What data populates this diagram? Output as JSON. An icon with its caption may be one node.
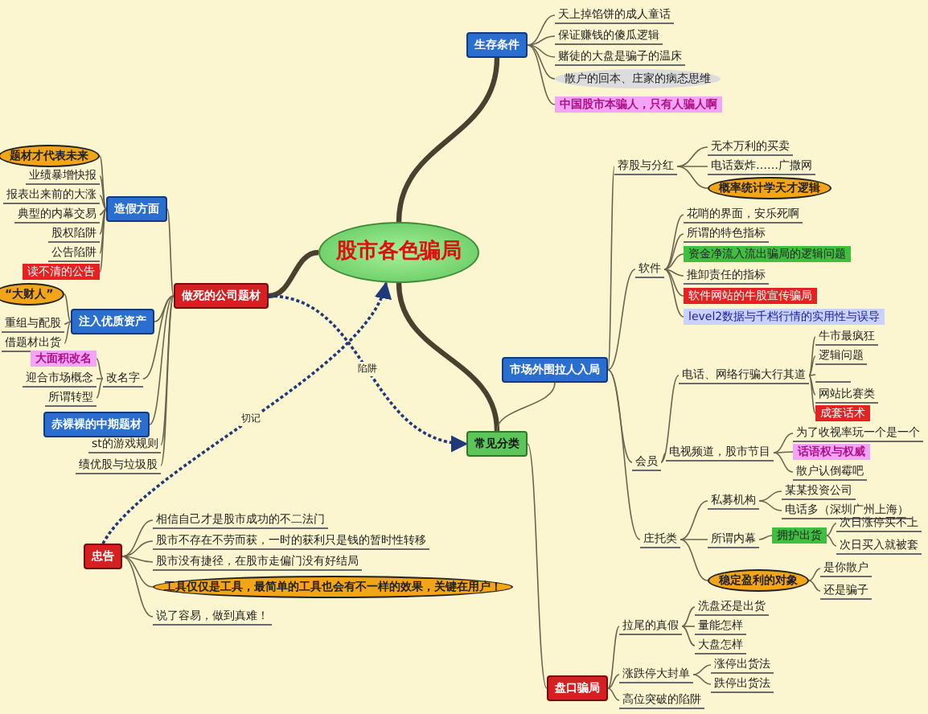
{
  "diagram": {
    "nodes": [
      {
        "text": [
          "股市各色骗局"
        ]
      },
      {
        "text": [
          "生存条件"
        ]
      },
      {
        "text": [
          "天上掉馅饼的成人童话"
        ]
      },
      {
        "text": [
          "保证赚钱的傻瓜逻辑"
        ]
      },
      {
        "text": [
          "赌徒的大盘是骗子的温床"
        ]
      },
      {
        "text": [
          "散户的回本、庄家的病态思维"
        ]
      },
      {
        "text": [
          "中国股市本骗人，只有人骗人啊"
        ]
      },
      {
        "text": [
          "做死的公司题材"
        ]
      },
      {
        "text": [
          "造假方面"
        ]
      },
      {
        "text": [
          "题材才代表未来"
        ]
      },
      {
        "text": [
          "业绩暴增快报"
        ]
      },
      {
        "text": [
          "报表出来前的大涨"
        ]
      },
      {
        "text": [
          "典型的内幕交易"
        ]
      },
      {
        "text": [
          "股权陷阱"
        ]
      },
      {
        "text": [
          "公告陷阱"
        ]
      },
      {
        "text": [
          "读不清的公告"
        ]
      },
      {
        "text": [
          "注入优质资产"
        ]
      },
      {
        "text": [
          "“大财人”"
        ]
      },
      {
        "text": [
          "重组与配股"
        ]
      },
      {
        "text": [
          "借题材出货"
        ]
      },
      {
        "text": [
          "改名字"
        ]
      },
      {
        "text": [
          "大面积改名"
        ]
      },
      {
        "text": [
          "迎合市场概念"
        ]
      },
      {
        "text": [
          "所谓转型"
        ]
      },
      {
        "text": [
          "赤裸裸的中期题材"
        ]
      },
      {
        "text": [
          "st的游戏规则"
        ]
      },
      {
        "text": [
          "绩优股与垃圾股"
        ]
      },
      {
        "text": [
          "忠告"
        ]
      },
      {
        "text": [
          "相信自己才是股市成功的不二法门"
        ]
      },
      {
        "text": [
          "股市不存在不劳而获，一时的获利只是钱的暂时性转移"
        ]
      },
      {
        "text": [
          "股市没有捷径，在股市走偏门没有好结局"
        ]
      },
      {
        "text": [
          "工具仅仅是工具，最简单的工具也会有不一样的效果，关键在用户！"
        ]
      },
      {
        "text": [
          "说了容易，做到真难！"
        ]
      },
      {
        "text": [
          "常见分类"
        ]
      },
      {
        "text": [
          "市场外围拉人入局"
        ]
      },
      {
        "text": [
          "荐股与分红"
        ]
      },
      {
        "text": [
          "无本万利的买卖"
        ]
      },
      {
        "text": [
          "电话轰炸……广撒网"
        ]
      },
      {
        "text": [
          "概率统计学天才逻辑"
        ]
      },
      {
        "text": [
          "软件"
        ]
      },
      {
        "text": [
          "花哨的界面，安乐死啊"
        ]
      },
      {
        "text": [
          "所谓的特色指标"
        ]
      },
      {
        "text": [
          "资金净流入流出骗局的逻辑问题"
        ]
      },
      {
        "text": [
          "推卸责任的指标"
        ]
      },
      {
        "text": [
          "软件网站的牛股宣传骗局"
        ]
      },
      {
        "text": [
          "level2数据与千档行情的实用性与误导"
        ]
      },
      {
        "text": [
          "会员"
        ]
      },
      {
        "text": [
          "电话、网络行骗大行其道"
        ]
      },
      {
        "text": [
          "牛市最疯狂"
        ]
      },
      {
        "text": [
          "逻辑问题"
        ]
      },
      {
        "text": [],
        "shape": "bar"
      },
      {
        "text": [
          "网站比赛类"
        ]
      },
      {
        "text": [
          "成套话术"
        ]
      },
      {
        "text": [
          "电视频道，股市节目"
        ]
      },
      {
        "text": [
          "为了收视率玩一个是一个"
        ]
      },
      {
        "text": [
          "话语权与权威"
        ]
      },
      {
        "text": [
          "散户认倒霉吧"
        ]
      },
      {
        "text": [
          "庄托类"
        ]
      },
      {
        "text": [
          "私募机构"
        ]
      },
      {
        "text": [
          "某某投资公司"
        ]
      },
      {
        "text": [
          "电话多（深圳广州上海）"
        ]
      },
      {
        "text": [
          "所谓内幕"
        ]
      },
      {
        "text": [
          "拥护出货"
        ]
      },
      {
        "text": [
          "次日涨停买不上"
        ]
      },
      {
        "text": [
          "次日买入就被套"
        ]
      },
      {
        "text": [
          "稳定盈利的对象"
        ]
      },
      {
        "text": [
          "是你散户"
        ]
      },
      {
        "text": [
          "还是骗子"
        ]
      },
      {
        "text": [
          "盘口骗局"
        ]
      },
      {
        "text": [
          "拉尾的真假"
        ]
      },
      {
        "text": [
          "洗盘还是出货"
        ]
      },
      {
        "text": [
          "量能怎样"
        ]
      },
      {
        "text": [
          "大盘怎样"
        ]
      },
      {
        "text": [
          "涨跌停大封单"
        ]
      },
      {
        "text": [
          "涨停出货法"
        ]
      },
      {
        "text": [
          "跌停出货法"
        ]
      },
      {
        "text": [
          "高位突破的陷阱"
        ]
      }
    ],
    "edges": [
      {
        "from": 0,
        "to": 1,
        "arrow": "none",
        "style": "thick"
      },
      {
        "from": 1,
        "to": 2,
        "arrow": "none"
      },
      {
        "from": 1,
        "to": 3,
        "arrow": "none"
      },
      {
        "from": 1,
        "to": 4,
        "arrow": "none"
      },
      {
        "from": 1,
        "to": 5,
        "arrow": "none"
      },
      {
        "from": 1,
        "to": 6,
        "arrow": "none"
      },
      {
        "from": 0,
        "to": 7,
        "arrow": "none",
        "style": "thick"
      },
      {
        "from": 7,
        "to": 8,
        "arrow": "none"
      },
      {
        "from": 8,
        "to": 9,
        "arrow": "none"
      },
      {
        "from": 8,
        "to": 10,
        "arrow": "none"
      },
      {
        "from": 8,
        "to": 11,
        "arrow": "none"
      },
      {
        "from": 8,
        "to": 12,
        "arrow": "none"
      },
      {
        "from": 8,
        "to": 13,
        "arrow": "none"
      },
      {
        "from": 8,
        "to": 14,
        "arrow": "none"
      },
      {
        "from": 8,
        "to": 15,
        "arrow": "none"
      },
      {
        "from": 7,
        "to": 16,
        "arrow": "none"
      },
      {
        "from": 16,
        "to": 17,
        "arrow": "none"
      },
      {
        "from": 16,
        "to": 18,
        "arrow": "none"
      },
      {
        "from": 16,
        "to": 19,
        "arrow": "none"
      },
      {
        "from": 7,
        "to": 20,
        "arrow": "none"
      },
      {
        "from": 20,
        "to": 21,
        "arrow": "none"
      },
      {
        "from": 20,
        "to": 22,
        "arrow": "none"
      },
      {
        "from": 20,
        "to": 23,
        "arrow": "none"
      },
      {
        "from": 7,
        "to": 24,
        "arrow": "none"
      },
      {
        "from": 7,
        "to": 25,
        "arrow": "none"
      },
      {
        "from": 7,
        "to": 26,
        "arrow": "none"
      },
      {
        "from": 27,
        "to": 28,
        "arrow": "none"
      },
      {
        "from": 27,
        "to": 29,
        "arrow": "none"
      },
      {
        "from": 27,
        "to": 30,
        "arrow": "none"
      },
      {
        "from": 27,
        "to": 31,
        "arrow": "none"
      },
      {
        "from": 27,
        "to": 32,
        "arrow": "none"
      },
      {
        "from": 0,
        "to": 33,
        "arrow": "none",
        "style": "thick"
      },
      {
        "from": 33,
        "to": 34,
        "arrow": "none"
      },
      {
        "from": 34,
        "to": 35,
        "arrow": "none"
      },
      {
        "from": 35,
        "to": 36,
        "arrow": "none"
      },
      {
        "from": 35,
        "to": 37,
        "arrow": "none"
      },
      {
        "from": 35,
        "to": 38,
        "arrow": "none"
      },
      {
        "from": 34,
        "to": 39,
        "arrow": "none"
      },
      {
        "from": 39,
        "to": 40,
        "arrow": "none"
      },
      {
        "from": 39,
        "to": 41,
        "arrow": "none"
      },
      {
        "from": 39,
        "to": 42,
        "arrow": "none"
      },
      {
        "from": 39,
        "to": 43,
        "arrow": "none"
      },
      {
        "from": 39,
        "to": 44,
        "arrow": "none"
      },
      {
        "from": 39,
        "to": 45,
        "arrow": "none"
      },
      {
        "from": 34,
        "to": 46,
        "arrow": "none"
      },
      {
        "from": 46,
        "to": 47,
        "arrow": "none"
      },
      {
        "from": 47,
        "to": 48,
        "arrow": "none"
      },
      {
        "from": 47,
        "to": 49,
        "arrow": "none"
      },
      {
        "from": 47,
        "to": 50,
        "arrow": "none"
      },
      {
        "from": 47,
        "to": 51,
        "arrow": "none"
      },
      {
        "from": 47,
        "to": 52,
        "arrow": "none"
      },
      {
        "from": 46,
        "to": 53,
        "arrow": "none"
      },
      {
        "from": 53,
        "to": 54,
        "arrow": "none"
      },
      {
        "from": 53,
        "to": 55,
        "arrow": "none"
      },
      {
        "from": 53,
        "to": 56,
        "arrow": "none"
      },
      {
        "from": 34,
        "to": 57,
        "arrow": "none"
      },
      {
        "from": 57,
        "to": 58,
        "arrow": "none"
      },
      {
        "from": 58,
        "to": 59,
        "arrow": "none"
      },
      {
        "from": 58,
        "to": 60,
        "arrow": "none"
      },
      {
        "from": 57,
        "to": 61,
        "arrow": "none"
      },
      {
        "from": 61,
        "to": 62,
        "arrow": "none"
      },
      {
        "from": 62,
        "to": 63,
        "arrow": "none"
      },
      {
        "from": 62,
        "to": 64,
        "arrow": "none"
      },
      {
        "from": 57,
        "to": 65,
        "arrow": "none"
      },
      {
        "from": 65,
        "to": 66,
        "arrow": "none"
      },
      {
        "from": 65,
        "to": 67,
        "arrow": "none"
      },
      {
        "from": 33,
        "to": 68,
        "arrow": "none"
      },
      {
        "from": 68,
        "to": 69,
        "arrow": "none"
      },
      {
        "from": 69,
        "to": 70,
        "arrow": "none"
      },
      {
        "from": 69,
        "to": 71,
        "arrow": "none"
      },
      {
        "from": 69,
        "to": 72,
        "arrow": "none"
      },
      {
        "from": 68,
        "to": 73,
        "arrow": "none"
      },
      {
        "from": 73,
        "to": 74,
        "arrow": "none"
      },
      {
        "from": 73,
        "to": 75,
        "arrow": "none"
      },
      {
        "from": 68,
        "to": 76,
        "arrow": "none"
      },
      {
        "from": 7,
        "to": 33,
        "arrow": "to",
        "style": "dashed",
        "color": "#1f3a7a",
        "label": "陷阱"
      },
      {
        "from": 27,
        "to": 0,
        "arrow": "to",
        "style": "dashed",
        "color": "#1f3a7a",
        "label": "切记"
      }
    ]
  }
}
